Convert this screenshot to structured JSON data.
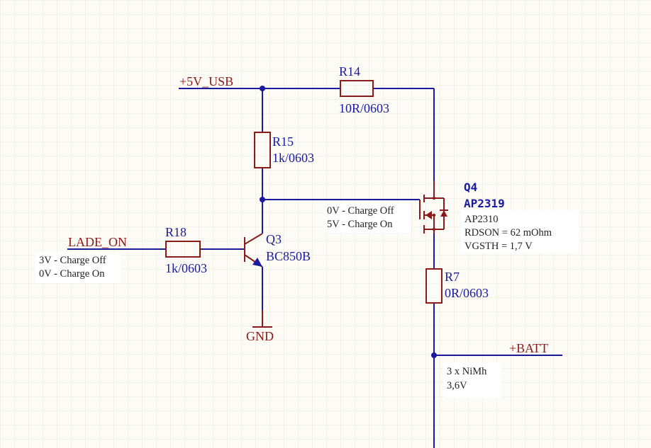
{
  "nets": {
    "vusb": "+5V_USB",
    "lade_on": "LADE_ON",
    "gnd": "GND",
    "batt": "+BATT"
  },
  "components": {
    "r14": {
      "designator": "R14",
      "value": "10R/0603"
    },
    "r15": {
      "designator": "R15",
      "value": "1k/0603"
    },
    "r18": {
      "designator": "R18",
      "value": "1k/0603"
    },
    "r7": {
      "designator": "R7",
      "value": "0R/0603"
    },
    "q3": {
      "designator": "Q3",
      "value": "BC850B"
    },
    "q4": {
      "designator": "Q4",
      "value": "AP2319"
    }
  },
  "notes": {
    "lade_on": [
      "3V - Charge Off",
      "0V - Charge On"
    ],
    "gate": [
      "0V - Charge Off",
      "5V - Charge On"
    ],
    "q4": [
      "AP2310",
      "RDSON = 62 mOhm",
      "VGSTH  = 1,7 V"
    ],
    "batt": [
      "3 x NiMh",
      "3,6V"
    ]
  },
  "colors": {
    "wire": "#1a1a9e",
    "component": "#8b1a1a",
    "background": "#fcfbf5",
    "grid": "#ece8dc"
  }
}
